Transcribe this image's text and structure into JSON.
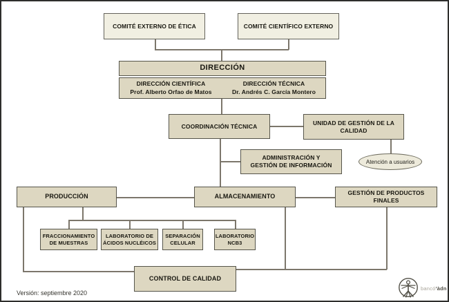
{
  "diagram": {
    "nodes": {
      "comite_etica": "COMITÉ EXTERNO DE ÉTICA",
      "comite_cientifico": "COMITÉ CIENTÍFICO EXTERNO",
      "direccion": "DIRECCIÓN",
      "direccion_cientifica_title": "DIRECCIÓN CIENTÍFICA",
      "direccion_cientifica_name": "Prof. Alberto Orfao de Matos",
      "direccion_tecnica_title": "DIRECCIÓN TÉCNICA",
      "direccion_tecnica_name": "Dr. Andrés C. García Montero",
      "coordinacion": "COORDINACIÓN TÉCNICA",
      "unidad_calidad": "UNIDAD DE GESTIÓN DE LA\nCALIDAD",
      "administracion": "ADMINISTRACIÓN Y\nGESTIÓN DE INFORMACIÓN",
      "atencion_usuarios": "Atención a usuarios",
      "produccion": "PRODUCCIÓN",
      "almacenamiento": "ALMACENAMIENTO",
      "gestion_productos": "GESTIÓN DE PRODUCTOS\nFINALES",
      "fraccionamiento": "FRACCIONAMIENTO\nDE MUESTRAS",
      "lab_acidos": "LABORATORIO DE\nÁCIDOS NUCLÉICOS",
      "separacion": "SEPARACIÓN\nCELULAR",
      "lab_ncb3": "LABORATORIO\nNCB3",
      "control_calidad": "CONTROL DE CALIDAD"
    },
    "footer": {
      "version": "Versión: septiembre 2020"
    },
    "logo": {
      "light": "bancó",
      "bold": "’àdn"
    },
    "colors": {
      "box_fill": "#ddd7c1",
      "box_fill_light": "#f1efe2",
      "border": "#55544a",
      "line": "#7c766b"
    }
  }
}
